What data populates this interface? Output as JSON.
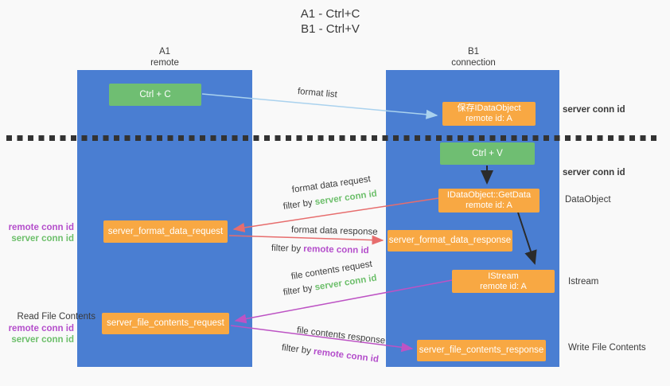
{
  "title": {
    "line1": "A1 - Ctrl+C",
    "line2": "B1 - Ctrl+V"
  },
  "lanes": {
    "left": {
      "id": "A1",
      "name": "remote"
    },
    "right": {
      "id": "B1",
      "name": "connection"
    }
  },
  "nodes": {
    "ctrl_c": "Ctrl + C",
    "save_idataobject": {
      "line1": "保存IDataObject",
      "line2": "remote id: A"
    },
    "ctrl_v": "Ctrl + V",
    "getdata": {
      "line1": "IDataObject::GetData",
      "line2": "remote id: A"
    },
    "format_request": "server_format_data_request",
    "format_response": "server_format_data_response",
    "istream": {
      "line1": "IStream",
      "line2": "remote id: A"
    },
    "file_request": "server_file_contents_request",
    "file_response": "server_file_contents_response"
  },
  "edge_labels": {
    "format_list": "format list",
    "format_data_request": "format data request",
    "filter_by_server_1": {
      "prefix": "filter by ",
      "highlight": "server conn id"
    },
    "format_data_response": "format data response",
    "filter_by_remote_1": {
      "prefix": "filter by ",
      "highlight": "remote conn id"
    },
    "file_contents_request": "file contents request",
    "filter_by_server_2": {
      "prefix": "filter by ",
      "highlight": "server conn id"
    },
    "file_contents_response": "file contents response",
    "filter_by_remote_2": {
      "prefix": "filter by ",
      "highlight": "remote conn id"
    }
  },
  "side_labels": {
    "right_server_conn_top": "server conn id",
    "right_server_conn_mid": "server conn id",
    "dataobject": "DataObject",
    "istream": "Istream",
    "write_file_contents": "Write File Contents",
    "left_remote_conn_1": "remote conn id",
    "left_server_conn_1": "server conn id",
    "read_file_contents": "Read File Contents",
    "left_remote_conn_2": "remote conn id",
    "left_server_conn_2": "server conn id"
  },
  "colors": {
    "lane_blue": "#4a7ed2",
    "node_green": "#6fbe72",
    "node_orange": "#f8a843",
    "highlight_green": "#6dbf6b",
    "highlight_purple": "#b44ecb",
    "arrow_red": "#e76d6d",
    "arrow_magenta": "#bd53c4",
    "arrow_lightblue": "#aad2ee",
    "arrow_black": "#2b2b2b",
    "dotted_line": "#333333"
  }
}
